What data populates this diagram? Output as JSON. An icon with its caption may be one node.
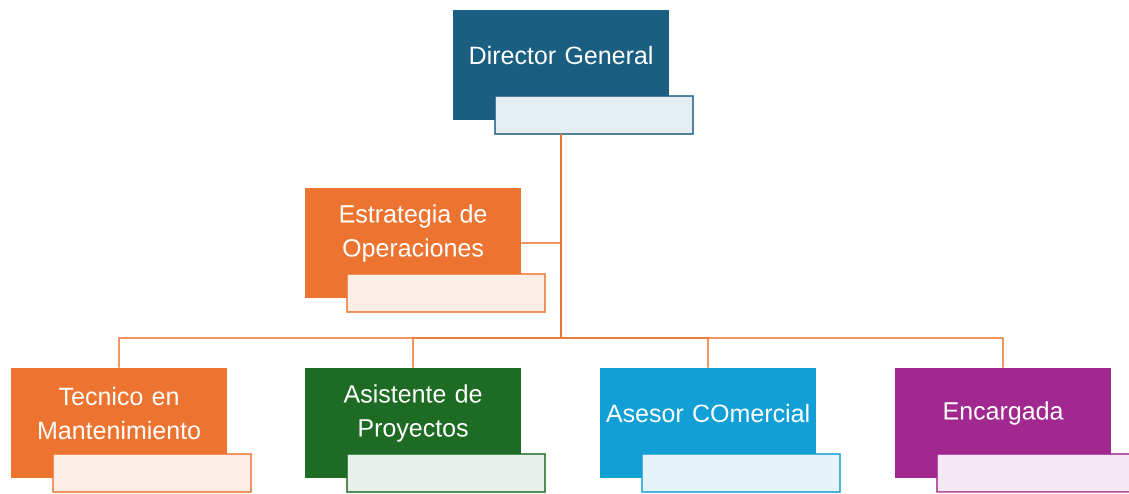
{
  "diagram": {
    "nodes": [
      {
        "text": [
          "Director General"
        ]
      },
      {
        "text": [
          "Estrategia de Operaciones"
        ]
      },
      {
        "text": [
          "Tecnico en Mantenimiento"
        ]
      },
      {
        "text": [
          "Asistente de Proyectos"
        ]
      },
      {
        "text": [
          "Asesor COmercial"
        ]
      },
      {
        "text": [
          "Encargada"
        ]
      }
    ],
    "edges": [
      {
        "from": 0,
        "to": 1,
        "arrow": "none"
      },
      {
        "from": 0,
        "to": 2,
        "arrow": "none"
      },
      {
        "from": 0,
        "to": 3,
        "arrow": "none"
      },
      {
        "from": 0,
        "to": 4,
        "arrow": "none"
      },
      {
        "from": 0,
        "to": 5,
        "arrow": "none"
      }
    ]
  }
}
